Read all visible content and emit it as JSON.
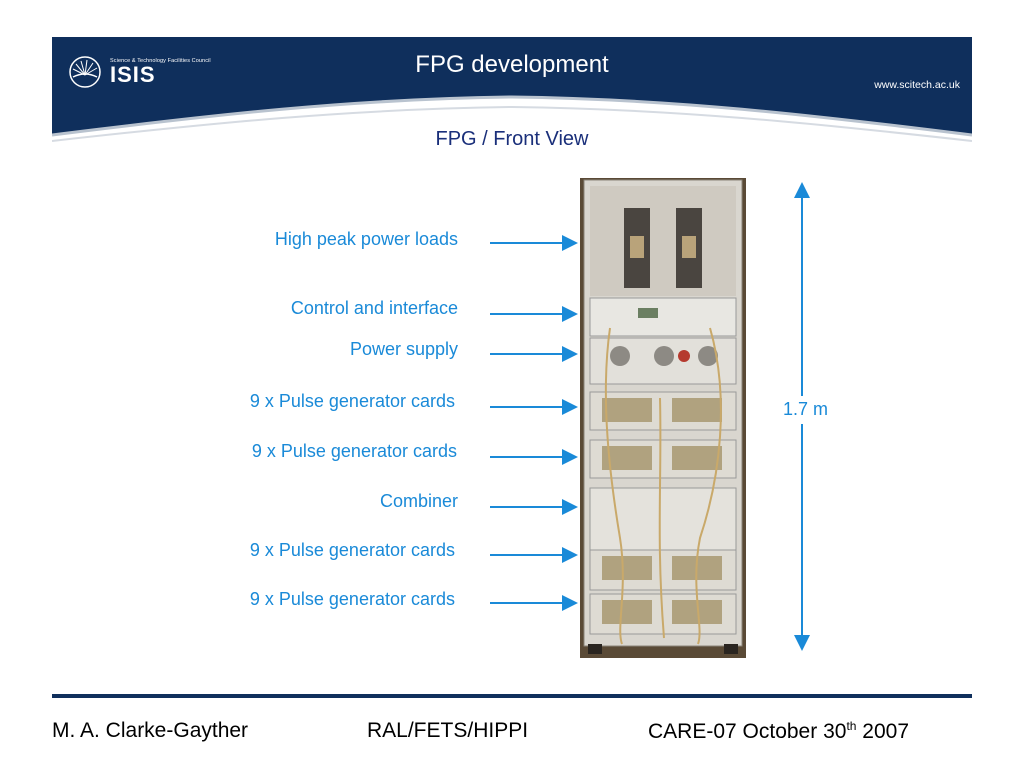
{
  "header": {
    "logo_council": "Science & Technology Facilities Council",
    "logo_name": "ISIS",
    "site_url": "www.scitech.ac.uk",
    "background_color": "#0f2f5c"
  },
  "slide": {
    "title": "FPG development",
    "subtitle": "FPG / Front View"
  },
  "labels": [
    "High peak power loads",
    "Control and interface",
    "Power supply",
    "9 x Pulse generator cards",
    "9 x Pulse generator cards",
    "Combiner",
    "9 x Pulse generator cards",
    "9 x Pulse generator cards"
  ],
  "dimension": {
    "height_label": "1.7 m"
  },
  "colors": {
    "accent": "#1a8ad8",
    "subtitle": "#1a2f7a"
  },
  "footer": {
    "author": "M. A. Clarke-Gayther",
    "project": "RAL/FETS/HIPPI",
    "event_prefix": "CARE-07 October 30",
    "event_sup": "th",
    "event_suffix": " 2007"
  }
}
